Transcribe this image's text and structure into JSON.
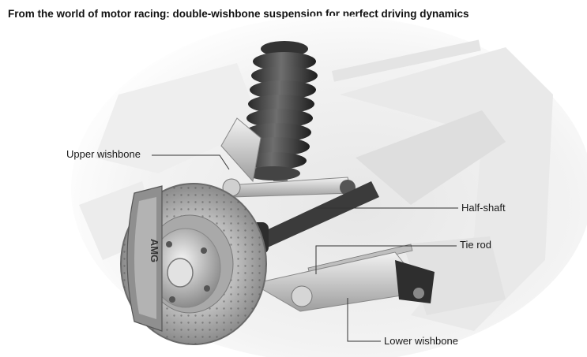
{
  "title": "From the world of motor racing: double-wishbone suspension for perfect driving dynamics",
  "labels": {
    "upper_wishbone": "Upper wishbone",
    "half_shaft": "Half-shaft",
    "tie_rod": "Tie rod",
    "lower_wishbone": "Lower wishbone"
  },
  "logo_text": "AMG",
  "colors": {
    "title": "#111111",
    "label": "#1a1a1a",
    "leader": "#333333"
  }
}
